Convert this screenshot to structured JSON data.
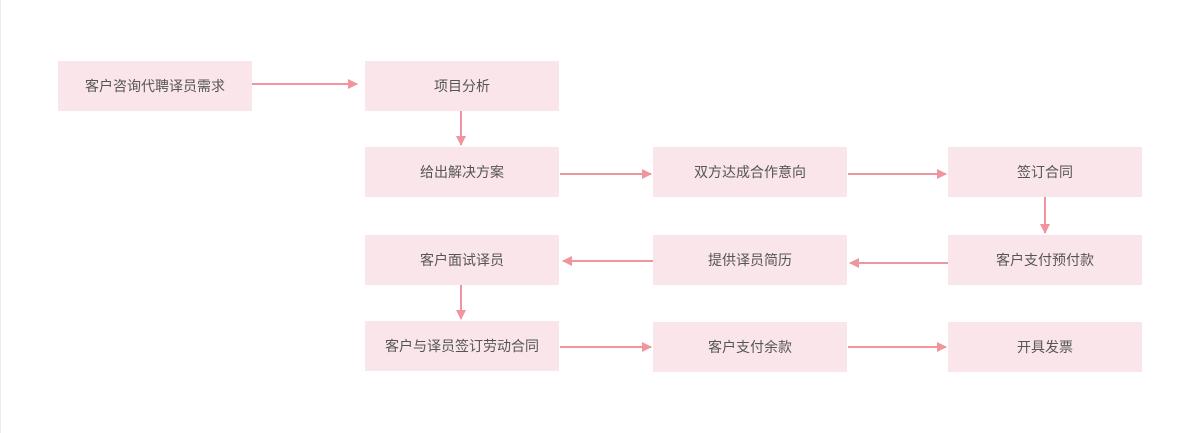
{
  "colors": {
    "box_fill": "#fae6ea",
    "arrow": "#f0949d",
    "text": "#555555"
  },
  "steps": {
    "consult": "客户咨询代聘译员需求",
    "analysis": "项目分析",
    "solution": "给出解决方案",
    "agreement": "双方达成合作意向",
    "contract": "签订合同",
    "interview": "客户面试译员",
    "resume": "提供译员简历",
    "prepay": "客户支付预付款",
    "labor_contract": "客户与译员签订劳动合同",
    "balance": "客户支付余款",
    "invoice": "开具发票"
  }
}
